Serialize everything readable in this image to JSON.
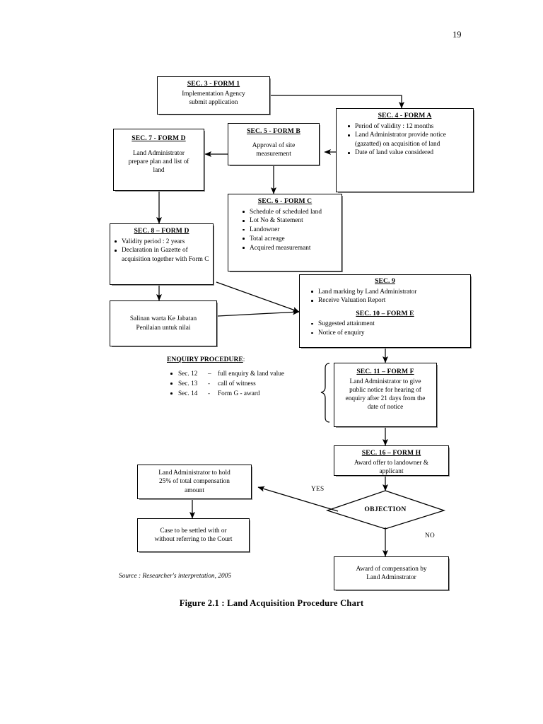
{
  "page": {
    "number": "19",
    "figure_caption": "Figure 2.1 :  Land Acquisition Procedure Chart",
    "source_note": "Source : Researcher's interpretation, 2005"
  },
  "chart_data": {
    "type": "diagram",
    "title": "Land Acquisition Procedure Chart",
    "nodes": [
      {
        "id": "sec3",
        "shape": "box",
        "header": "SEC. 3 - FORM 1",
        "body": "Implementation Agency\nsubmit application"
      },
      {
        "id": "sec4",
        "shape": "box",
        "header": "SEC. 4 - FORM A",
        "bullets": [
          "Period of validity : 12 months",
          "Land Administrator provide notice (gazatted) on acquisition of land",
          "Date of land value considered"
        ]
      },
      {
        "id": "sec5",
        "shape": "box",
        "header": "SEC. 5 - FORM B",
        "body": "Approval of site\nmeasurement"
      },
      {
        "id": "sec7",
        "shape": "box",
        "header": "SEC. 7 - FORM D",
        "body": "Land Administrator\nprepare plan and list of\nland"
      },
      {
        "id": "sec6",
        "shape": "box",
        "header": "SEC. 6 - FORM C",
        "bullets": [
          "Schedule of  scheduled land",
          "Lot No & Statement",
          "Landowner",
          "Total acreage",
          "Acquired measuremant"
        ]
      },
      {
        "id": "sec8",
        "shape": "box",
        "header": "SEC. 8 – FORM D",
        "bullets": [
          "Validity period : 2 years",
          "Declaration in Gazette of acquisition together with Form C"
        ]
      },
      {
        "id": "salinan",
        "shape": "box",
        "header": "",
        "body": "Salinan warta Ke Jabatan\nPenilaian untuk nilai"
      },
      {
        "id": "sec9",
        "shape": "box",
        "header": "SEC. 9",
        "bullets": [
          "Land marking by Land Administrator",
          "Receive Valuation Report"
        ],
        "header2": "SEC. 10 – FORM E",
        "bullets2": [
          "Suggested attainment",
          "Notice of enquiry"
        ]
      },
      {
        "id": "sec11",
        "shape": "box",
        "header": "SEC. 11 – FORM F",
        "body": "Land Administrator to give\npublic notice for hearing of\nenquiry after 21 days from the\ndate of  notice"
      },
      {
        "id": "sec16",
        "shape": "box",
        "header": "SEC. 16 – FORM H",
        "body": "Award offer to landowner &\napplicant"
      },
      {
        "id": "objection",
        "shape": "diamond",
        "header": "",
        "body": "OBJECTION"
      },
      {
        "id": "hold25",
        "shape": "box",
        "header": "",
        "body": "Land Administrator to hold\n25% of total compensation\namount"
      },
      {
        "id": "court",
        "shape": "box",
        "header": "",
        "body": "Case to be settled with or\nwithout referring to the Court"
      },
      {
        "id": "award",
        "shape": "box",
        "header": "",
        "body": "Award of compensation by\nLand Adminstrator"
      }
    ],
    "edges": [
      {
        "from": "sec3",
        "to": "sec4",
        "label": ""
      },
      {
        "from": "sec4",
        "to": "sec5",
        "label": ""
      },
      {
        "from": "sec5",
        "to": "sec7",
        "label": ""
      },
      {
        "from": "sec5",
        "to": "sec6",
        "label": ""
      },
      {
        "from": "sec7",
        "to": "sec8",
        "label": ""
      },
      {
        "from": "sec8",
        "to": "sec9",
        "label": ""
      },
      {
        "from": "sec8",
        "to": "salinan",
        "label": ""
      },
      {
        "from": "salinan",
        "to": "sec9",
        "label": ""
      },
      {
        "from": "sec9",
        "to": "sec11",
        "label": ""
      },
      {
        "from": "sec11",
        "to": "sec16",
        "label": ""
      },
      {
        "from": "sec16",
        "to": "objection",
        "label": ""
      },
      {
        "from": "objection",
        "to": "hold25",
        "label": "YES"
      },
      {
        "from": "objection",
        "to": "award",
        "label": "NO"
      },
      {
        "from": "hold25",
        "to": "court",
        "label": ""
      }
    ],
    "annotations": [
      {
        "id": "enquiry",
        "title": "ENQUIRY PROCEDURE:",
        "items": [
          {
            "sec": "Sec. 12",
            "dash": "–",
            "text": "full enquiry & land value"
          },
          {
            "sec": "Sec. 13",
            "dash": "-",
            "text": "call of witness"
          },
          {
            "sec": "Sec. 14",
            "dash": "-",
            "text": "Form G - award"
          }
        ]
      }
    ]
  },
  "nodes": {
    "sec3": {
      "header": "SEC. 3 - FORM 1",
      "line1": "Implementation Agency",
      "line2": "submit application"
    },
    "sec4": {
      "header": "SEC. 4 - FORM A",
      "b1": "Period of validity : 12 months",
      "b2": "Land Administrator provide notice (gazatted) on acquisition of land",
      "b3": "Date of land value considered"
    },
    "sec5": {
      "header": "SEC. 5 - FORM B",
      "line1": "Approval of site",
      "line2": "measurement"
    },
    "sec7": {
      "header": "SEC. 7 - FORM D",
      "line1": "Land Administrator",
      "line2": "prepare plan and list of",
      "line3": "land"
    },
    "sec6": {
      "header": "SEC. 6 - FORM C",
      "b1": "Schedule of  scheduled land",
      "b2": "Lot No & Statement",
      "b3": "Landowner",
      "b4": "Total acreage",
      "b5": "Acquired measuremant"
    },
    "sec8": {
      "header": "SEC. 8 – FORM D",
      "b1": "Validity period : 2 years",
      "b2": "Declaration in Gazette of acquisition together with Form C"
    },
    "salinan": {
      "line1": "Salinan warta Ke Jabatan",
      "line2": "Penilaian untuk nilai"
    },
    "sec9": {
      "header": "SEC. 9",
      "b1": "Land marking by Land Administrator",
      "b2": "Receive Valuation Report",
      "header2": "SEC. 10 – FORM E",
      "b3": "Suggested attainment",
      "b4": "Notice of enquiry"
    },
    "sec11": {
      "header": "SEC. 11 – FORM F",
      "line1": "Land Administrator to give",
      "line2": "public notice for hearing of",
      "line3": "enquiry after 21 days from the",
      "line4": "date of  notice"
    },
    "sec16": {
      "header": "SEC. 16 – FORM H",
      "line1": "Award offer to landowner &",
      "line2": "applicant"
    },
    "objection": {
      "label": "OBJECTION"
    },
    "hold25": {
      "line1": "Land Administrator to hold",
      "line2": "25% of total compensation",
      "line3": "amount"
    },
    "court": {
      "line1": "Case to be settled with or",
      "line2": "without referring to the Court"
    },
    "award": {
      "line1": "Award of compensation by",
      "line2": "Land Adminstrator"
    }
  },
  "enquiry": {
    "title": "ENQUIRY PROCEDURE",
    "title_colon": ":",
    "i1_sec": "Sec. 12",
    "i1_dash": "–",
    "i1_text": "full enquiry & land value",
    "i2_sec": "Sec. 13",
    "i2_dash": "-",
    "i2_text": "call of witness",
    "i3_sec": "Sec. 14",
    "i3_dash": "-",
    "i3_text": "Form G - award"
  },
  "labels": {
    "yes": "YES",
    "no": "NO"
  },
  "colors": {
    "line": "#000000",
    "shadow": "#8a8a8a",
    "background": "#ffffff"
  }
}
